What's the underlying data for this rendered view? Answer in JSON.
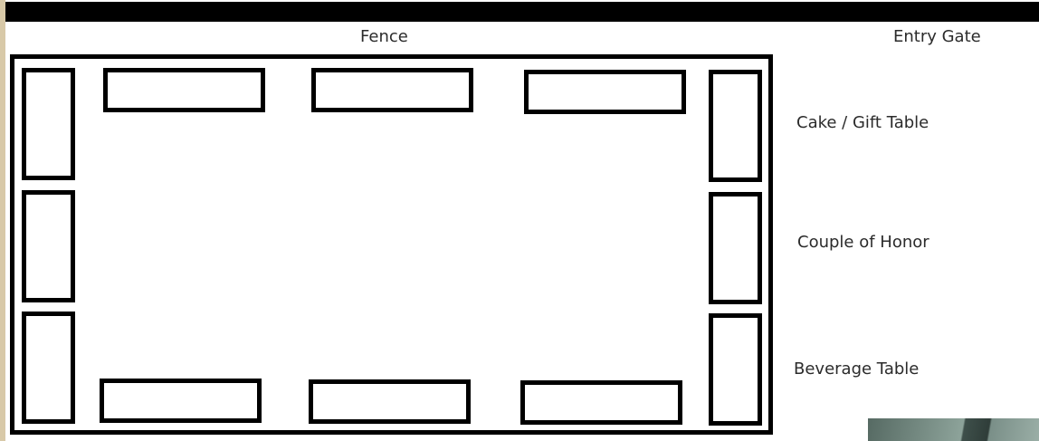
{
  "labels": {
    "fence": "Fence",
    "entry_gate": "Entry Gate",
    "cake_gift_table": "Cake / Gift Table",
    "couple_of_honor": "Couple of Honor",
    "beverage_table": "Beverage Table"
  },
  "colors": {
    "outline": "#000000",
    "text": "#2b2b2b",
    "background": "#ffffff",
    "frame": "#d8c9a8"
  }
}
